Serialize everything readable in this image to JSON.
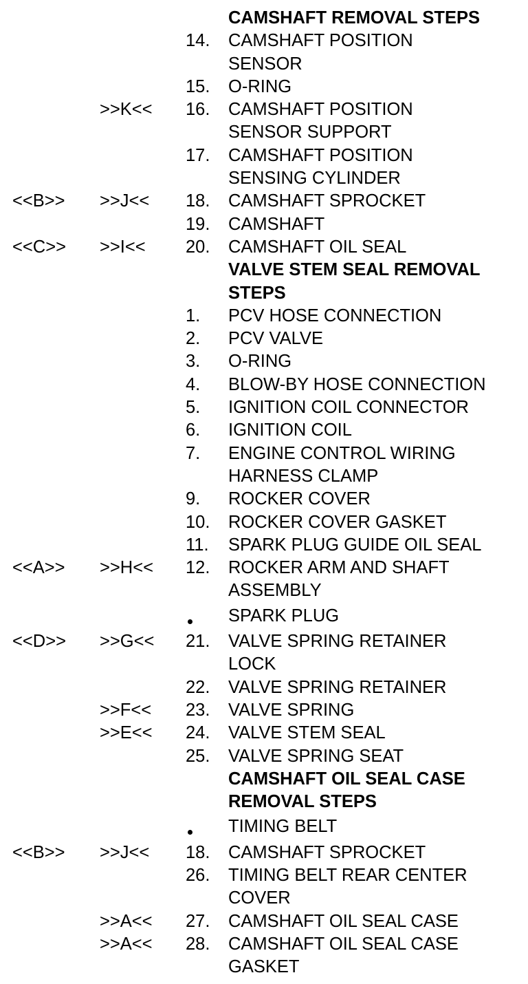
{
  "rows": [
    {
      "c1": "",
      "c2": "",
      "num": "",
      "text": "CAMSHAFT REMOVAL STEPS",
      "heading": true
    },
    {
      "c1": "",
      "c2": "",
      "num": "14.",
      "text": "CAMSHAFT POSITION"
    },
    {
      "c1": "",
      "c2": "",
      "num": "",
      "text": "SENSOR"
    },
    {
      "c1": "",
      "c2": "",
      "num": "15.",
      "text": "O-RING"
    },
    {
      "c1": "",
      "c2": ">>K<<",
      "num": "16.",
      "text": "CAMSHAFT POSITION"
    },
    {
      "c1": "",
      "c2": "",
      "num": "",
      "text": "SENSOR SUPPORT"
    },
    {
      "c1": "",
      "c2": "",
      "num": "17.",
      "text": "CAMSHAFT POSITION"
    },
    {
      "c1": "",
      "c2": "",
      "num": "",
      "text": "SENSING CYLINDER"
    },
    {
      "c1": "<<B>>",
      "c2": ">>J<<",
      "num": "18.",
      "text": "CAMSHAFT SPROCKET"
    },
    {
      "c1": "",
      "c2": "",
      "num": "19.",
      "text": "CAMSHAFT"
    },
    {
      "c1": "<<C>>",
      "c2": ">>I<<",
      "num": "20.",
      "text": "CAMSHAFT OIL SEAL"
    },
    {
      "c1": "",
      "c2": "",
      "num": "",
      "text": "VALVE STEM SEAL REMOVAL",
      "heading": true
    },
    {
      "c1": "",
      "c2": "",
      "num": "",
      "text": "STEPS",
      "heading": true
    },
    {
      "c1": "",
      "c2": "",
      "num": "1.",
      "text": "PCV HOSE CONNECTION"
    },
    {
      "c1": "",
      "c2": "",
      "num": "2.",
      "text": "PCV VALVE"
    },
    {
      "c1": "",
      "c2": "",
      "num": "3.",
      "text": "O-RING"
    },
    {
      "c1": "",
      "c2": "",
      "num": "4.",
      "text": "BLOW-BY HOSE CONNECTION"
    },
    {
      "c1": "",
      "c2": "",
      "num": "5.",
      "text": "IGNITION COIL CONNECTOR"
    },
    {
      "c1": "",
      "c2": "",
      "num": "6.",
      "text": "IGNITION COIL"
    },
    {
      "c1": "",
      "c2": "",
      "num": "7.",
      "text": "ENGINE CONTROL WIRING"
    },
    {
      "c1": "",
      "c2": "",
      "num": "",
      "text": "HARNESS CLAMP"
    },
    {
      "c1": "",
      "c2": "",
      "num": "9.",
      "text": "ROCKER COVER"
    },
    {
      "c1": "",
      "c2": "",
      "num": "10.",
      "text": "ROCKER COVER GASKET"
    },
    {
      "c1": "",
      "c2": "",
      "num": "11.",
      "text": "SPARK PLUG GUIDE OIL SEAL"
    },
    {
      "c1": "<<A>>",
      "c2": ">>H<<",
      "num": "12.",
      "text": "ROCKER ARM AND SHAFT"
    },
    {
      "c1": "",
      "c2": "",
      "num": "",
      "text": "ASSEMBLY"
    },
    {
      "c1": "",
      "c2": "",
      "num": "",
      "text": "SPARK PLUG",
      "bullet": true
    },
    {
      "c1": "<<D>>",
      "c2": ">>G<<",
      "num": "21.",
      "text": "VALVE SPRING RETAINER"
    },
    {
      "c1": "",
      "c2": "",
      "num": "",
      "text": "LOCK"
    },
    {
      "c1": "",
      "c2": "",
      "num": "22.",
      "text": "VALVE SPRING RETAINER"
    },
    {
      "c1": "",
      "c2": ">>F<<",
      "num": "23.",
      "text": "VALVE SPRING"
    },
    {
      "c1": "",
      "c2": ">>E<<",
      "num": "24.",
      "text": "VALVE STEM SEAL"
    },
    {
      "c1": "",
      "c2": "",
      "num": "25.",
      "text": "VALVE SPRING SEAT"
    },
    {
      "c1": "",
      "c2": "",
      "num": "",
      "text": "CAMSHAFT OIL SEAL CASE",
      "heading": true
    },
    {
      "c1": "",
      "c2": "",
      "num": "",
      "text": "REMOVAL STEPS",
      "heading": true
    },
    {
      "c1": "",
      "c2": "",
      "num": "",
      "text": "TIMING BELT",
      "bullet": true
    },
    {
      "c1": "<<B>>",
      "c2": ">>J<<",
      "num": "18.",
      "text": "CAMSHAFT SPROCKET"
    },
    {
      "c1": "",
      "c2": "",
      "num": "26.",
      "text": "TIMING BELT REAR CENTER"
    },
    {
      "c1": "",
      "c2": "",
      "num": "",
      "text": "COVER"
    },
    {
      "c1": "",
      "c2": ">>A<<",
      "num": "27.",
      "text": "CAMSHAFT OIL SEAL CASE"
    },
    {
      "c1": "",
      "c2": ">>A<<",
      "num": "28.",
      "text": "CAMSHAFT OIL SEAL CASE"
    },
    {
      "c1": "",
      "c2": "",
      "num": "",
      "text": "GASKET"
    }
  ]
}
